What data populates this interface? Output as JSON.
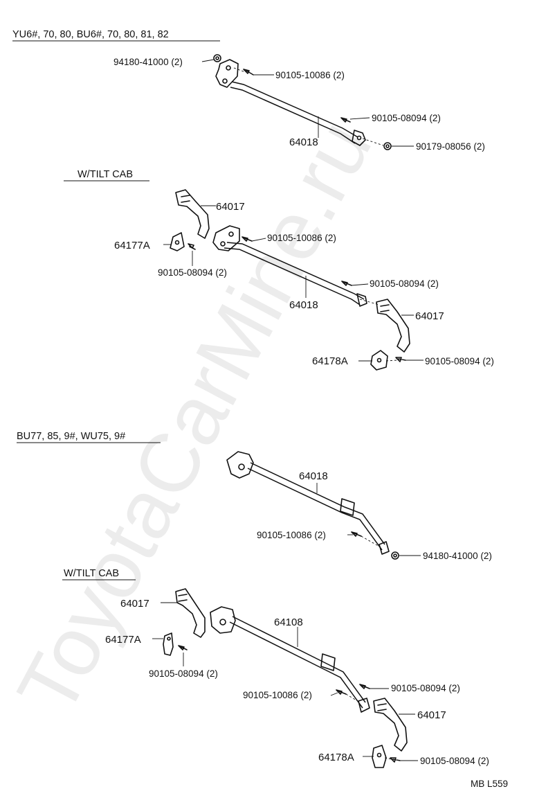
{
  "watermark": "ToyotaCarMine.ru",
  "figure_code": "MB L559",
  "sections": [
    {
      "header": "YU6#, 70, 80, BU6#, 70, 80, 81, 82",
      "labels": [
        "94180-41000 (2)",
        "90105-10086 (2)",
        "90105-08094 (2)",
        "64018",
        "90179-08056 (2)"
      ]
    },
    {
      "header": "W/TILT CAB",
      "labels": [
        "64017",
        "64177A",
        "90105-10086 (2)",
        "90105-08094 (2)",
        "90105-08094 (2)",
        "64018",
        "64017",
        "64178A",
        "90105-08094 (2)"
      ]
    },
    {
      "header": "BU77, 85, 9#, WU75, 9#",
      "labels": [
        "64018",
        "90105-10086 (2)",
        "94180-41000 (2)"
      ]
    },
    {
      "header": "W/TILT CAB",
      "labels": [
        "64017",
        "64108",
        "64177A",
        "90105-08094 (2)",
        "90105-08094 (2)",
        "90105-10086 (2)",
        "64017",
        "64178A",
        "90105-08094 (2)"
      ]
    }
  ]
}
